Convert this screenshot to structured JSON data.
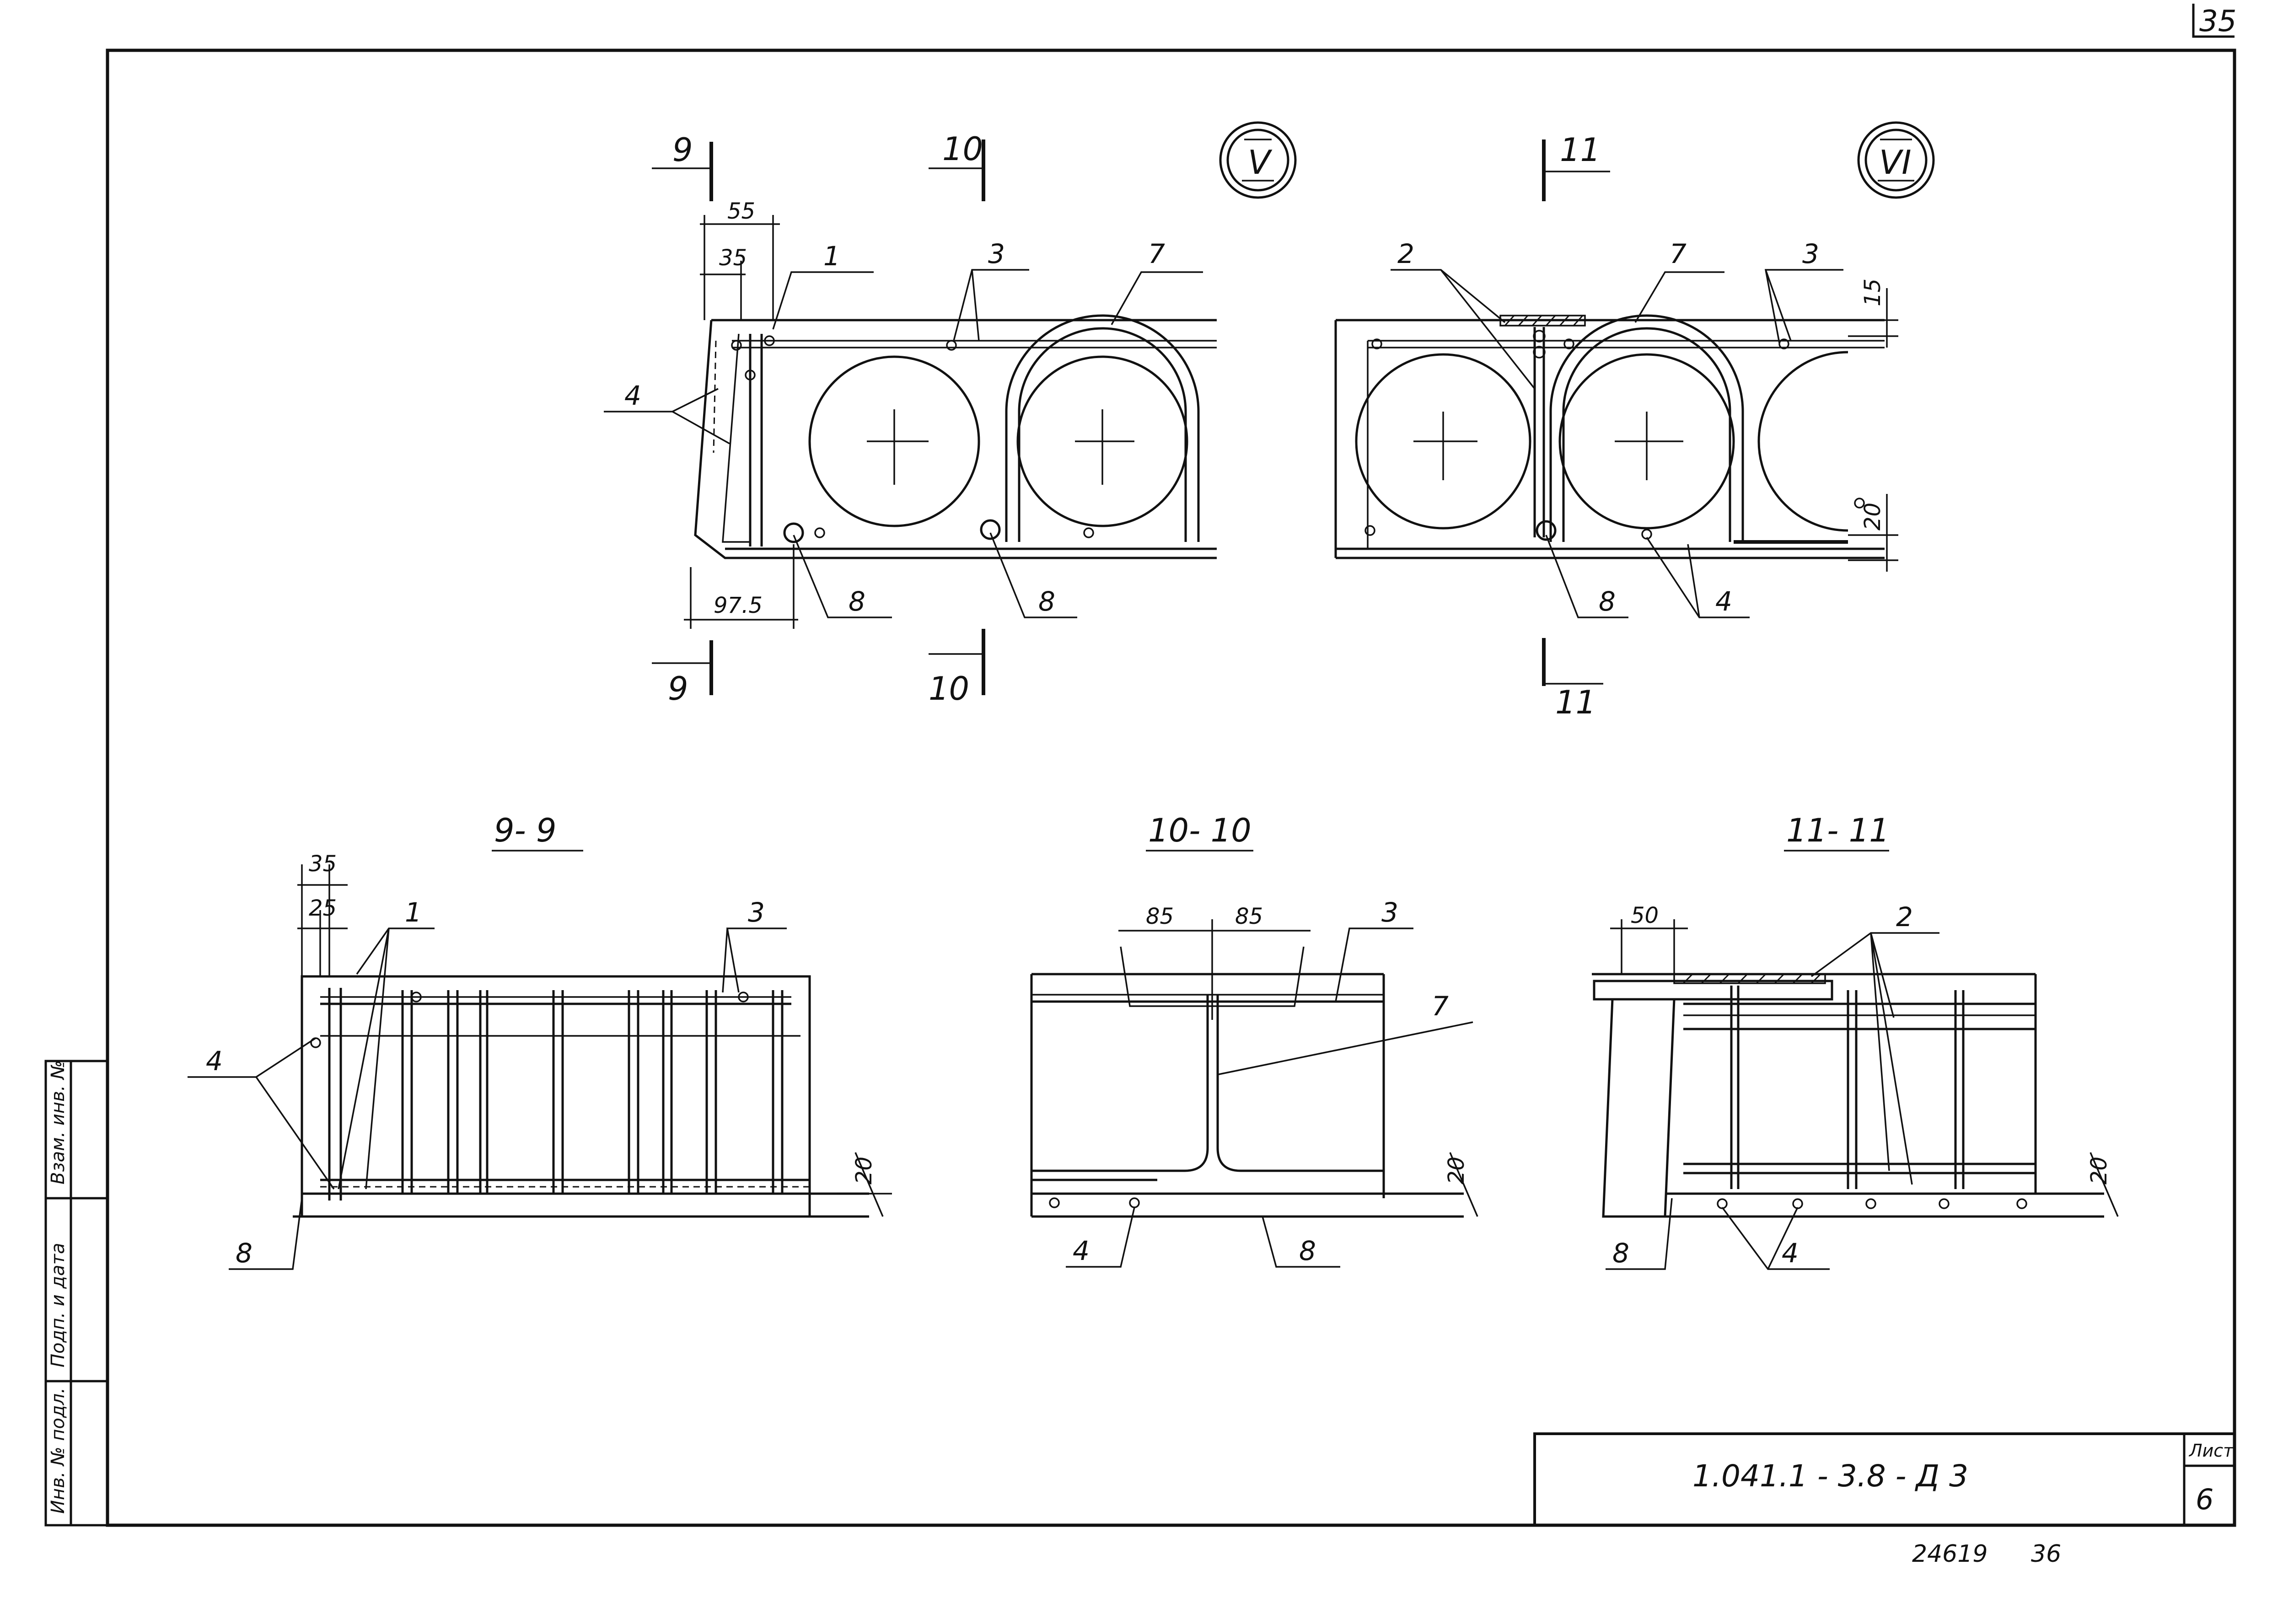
{
  "sheet": {
    "page_corner": "35",
    "title_block_code": "1.041.1 - 3.8 - Д 3",
    "sheet_label": "Лист",
    "sheet_number": "6",
    "inventory": "24619",
    "format": "36",
    "side_stamp": [
      "Инв. № подл.",
      "Подп. и дата",
      "Взам. инв. №"
    ]
  },
  "top_left_view": {
    "node_mark": "V",
    "cut_marks": [
      "9",
      "9",
      "10",
      "10"
    ],
    "dims": [
      "55",
      "35",
      "97.5"
    ],
    "callouts": [
      "1",
      "3",
      "7",
      "4",
      "8",
      "8"
    ]
  },
  "top_right_view": {
    "node_mark": "VI",
    "cut_marks": [
      "11",
      "11"
    ],
    "dims": [
      "15",
      "20"
    ],
    "callouts": [
      "2",
      "7",
      "3",
      "8",
      "4"
    ]
  },
  "section_9": {
    "title": "9- 9",
    "dims": [
      "35",
      "25",
      "20"
    ],
    "callouts": [
      "1",
      "3",
      "4",
      "8"
    ]
  },
  "section_10": {
    "title": "10- 10",
    "dims": [
      "85",
      "85",
      "20"
    ],
    "callouts": [
      "3",
      "7",
      "4",
      "8"
    ]
  },
  "section_11": {
    "title": "11- 11",
    "dims": [
      "50",
      "20"
    ],
    "callouts": [
      "2",
      "8",
      "4"
    ]
  }
}
